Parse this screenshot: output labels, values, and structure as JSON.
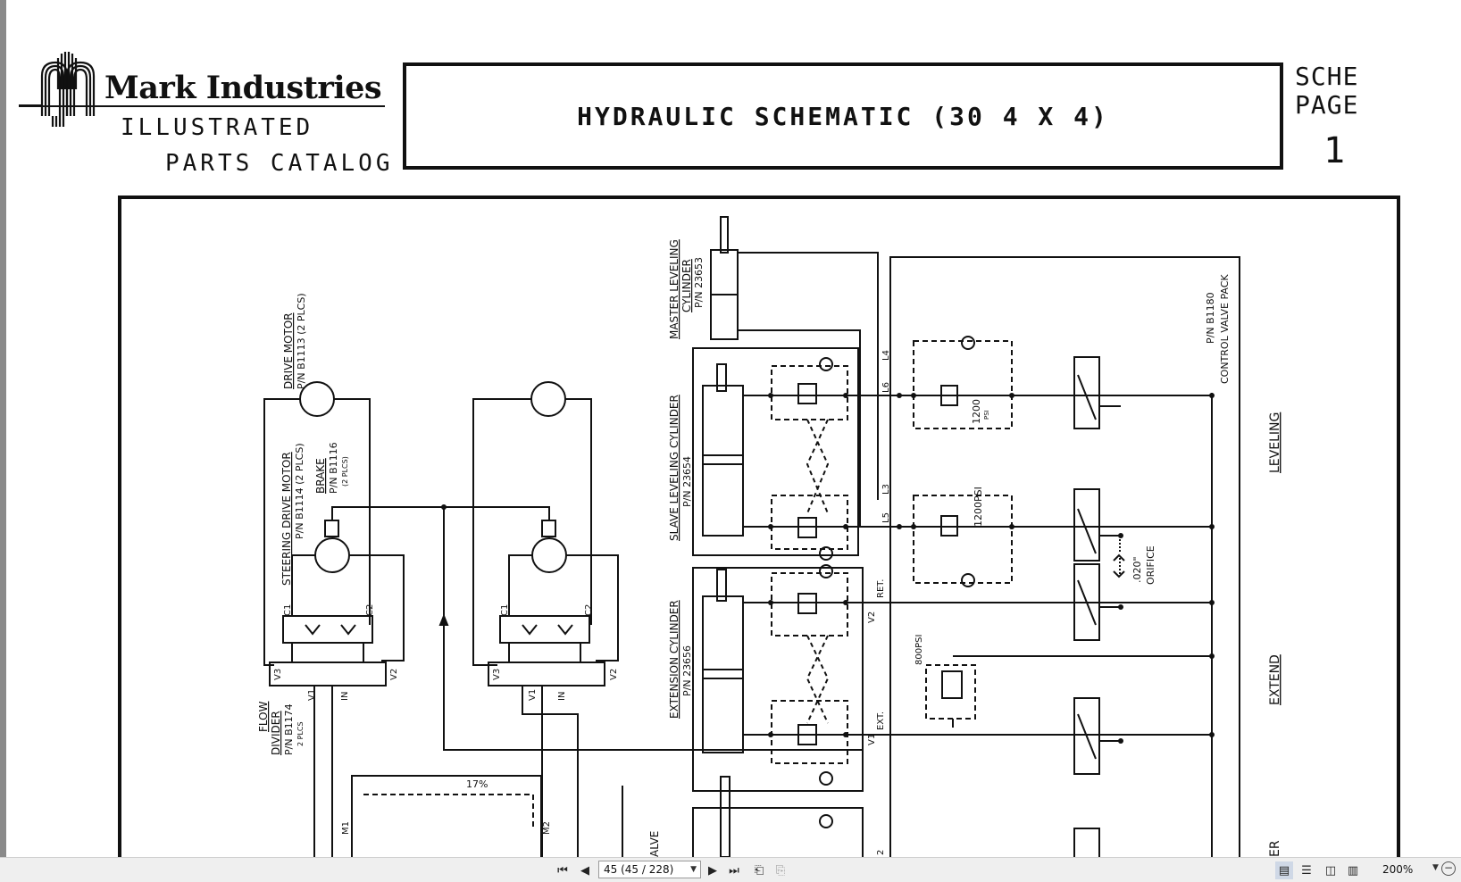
{
  "document": {
    "company": "Mark Industries",
    "catalog_line1": "ILLUSTRATED",
    "catalog_line2": "PARTS CATALOG",
    "title": "HYDRAULIC SCHEMATIC (30 4 X 4)",
    "sche_line1": "SCHE",
    "sche_line2": "PAGE",
    "page_number": "1"
  },
  "schematic": {
    "drive_motor": "DRIVE MOTOR",
    "drive_motor_pn": "P/N B1113 (2 PLCS)",
    "steering_drive_motor": "STEERING DRIVE MOTOR",
    "steering_drive_motor_pn": "P/N B1114 (2 PLCS)",
    "brake": "BRAKE",
    "brake_pn": "P/N B1116",
    "brake_qty": "(2 PLCS)",
    "flow_divider": "FLOW",
    "flow_divider2": "DIVIDER",
    "flow_divider_pn": "P/N B1174",
    "flow_divider_qty": "2 PLCS",
    "master_cyl": "MASTER LEVELING",
    "master_cyl2": "CYLINDER",
    "master_cyl_pn": "P/N 23653",
    "slave_cyl": "SLAVE LEVELING CYLINDER",
    "slave_cyl_pn": "P/N 23654",
    "ext_cyl": "EXTENSION CYLINDER",
    "ext_cyl_pn": "P/N 23656",
    "valve_pack_pn": "P/N B1180",
    "valve_pack": "CONTROL VALVE PACK",
    "leveling": "LEVELING",
    "extend": "EXTEND",
    "section_partial": "ER",
    "valve_partial": "ALVE",
    "psi_1200a": "1200",
    "psi_unit_a": "PSI",
    "psi_1200b": "1200PSI",
    "psi_800": "800PSI",
    "orifice_size": ".020\"",
    "orifice": "ORIFICE",
    "pct": "17%",
    "ports": {
      "c1": "C1",
      "c2": "C2",
      "v1": "V1",
      "v2": "V2",
      "v3": "V3",
      "in": "IN",
      "m1": "M1",
      "m2": "M2",
      "l3": "L3",
      "l4": "L4",
      "l5": "L5",
      "l6": "L6",
      "ret": "RET.",
      "ext": "EXT.",
      "two": "2"
    }
  },
  "toolbar": {
    "page_display": "45 (45 / 228)",
    "zoom": "200%"
  }
}
